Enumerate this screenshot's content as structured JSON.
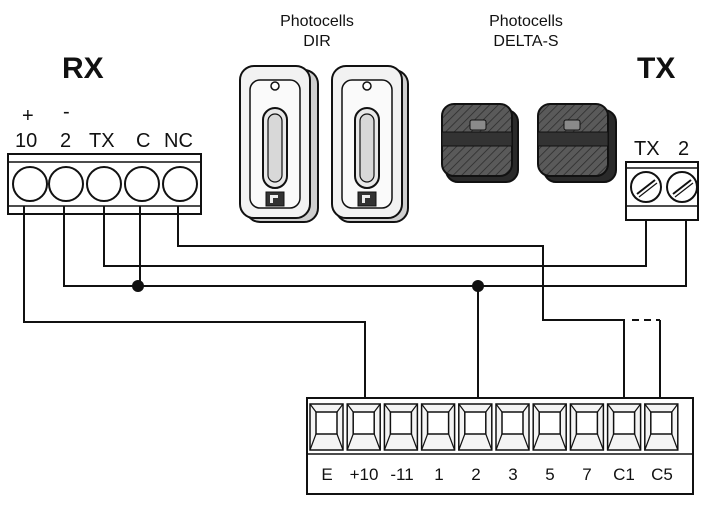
{
  "rx": {
    "title": "RX",
    "polarity": [
      "+",
      "-"
    ],
    "terminals": [
      "10",
      "2",
      "TX",
      "C",
      "NC"
    ]
  },
  "tx": {
    "title": "TX",
    "terminals": [
      "TX",
      "2"
    ]
  },
  "photocells_dir": {
    "line1": "Photocells",
    "line2": "DIR"
  },
  "photocells_delta": {
    "line1": "Photocells",
    "line2": "DELTA-S"
  },
  "control_board": {
    "terminals": [
      "E",
      "+10",
      "-11",
      "1",
      "2",
      "3",
      "5",
      "7",
      "C1",
      "C5"
    ]
  },
  "colors": {
    "line": "#111111",
    "device_body": "#f2f2f2",
    "delta_body": "#4a4a4a"
  }
}
